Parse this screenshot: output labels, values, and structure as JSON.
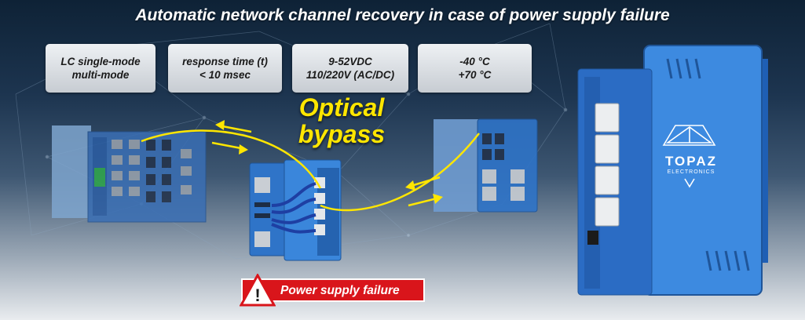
{
  "headline": "Automatic network channel recovery in case of power supply failure",
  "specs": [
    {
      "line1": "LC single-mode",
      "line2": "multi-mode"
    },
    {
      "line1": "response time (t)",
      "line2": "< 10 msec"
    },
    {
      "line1": "9-52VDC",
      "line2": "110/220V (AC/DC)"
    },
    {
      "line1": "-40 °C",
      "line2": "+70 °C"
    }
  ],
  "bypass_label": {
    "line1": "Optical",
    "line2": "bypass"
  },
  "warning": {
    "label": "Power supply failure",
    "symbol": "!"
  },
  "logo": {
    "brand": "TOPAZ",
    "subtitle": "ELECTRONICS"
  },
  "colors": {
    "device_blue": "#2f74c8",
    "arrow_yellow": "#ffe600",
    "warning_red": "#d9151b"
  }
}
